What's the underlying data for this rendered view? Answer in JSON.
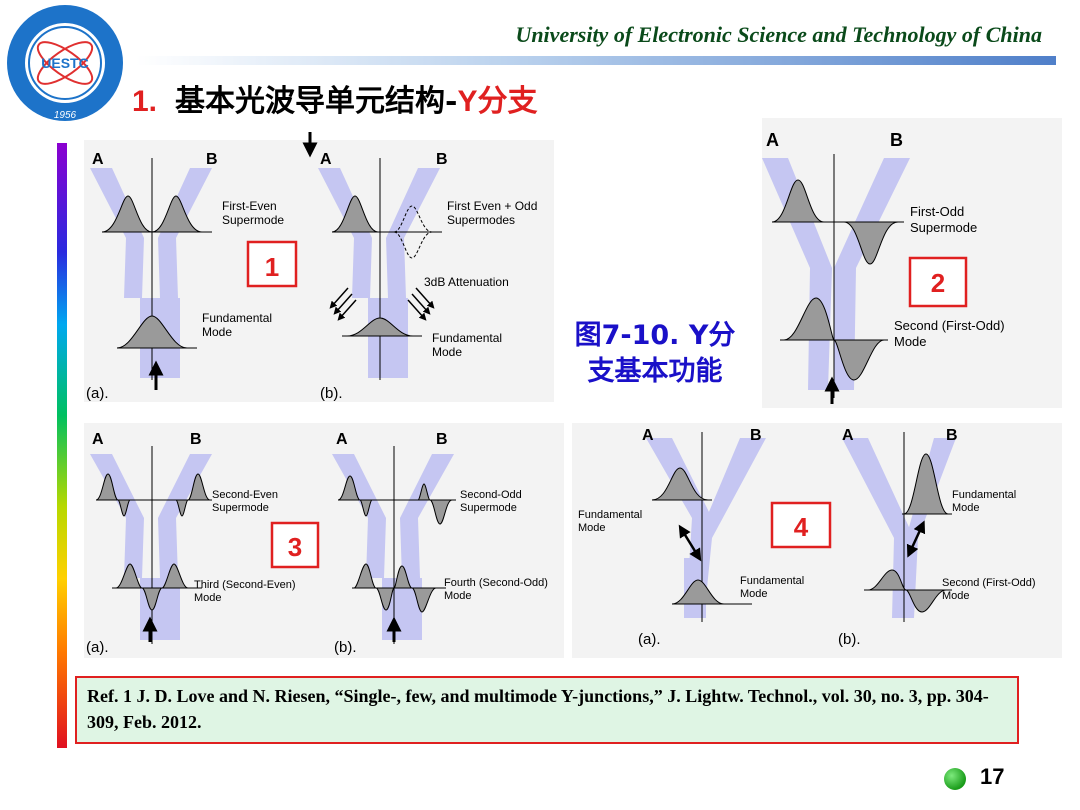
{
  "header": {
    "logo_text": "UESTC",
    "logo_year": "1956",
    "university": "University of Electronic Science and Technology of China",
    "section_num": "1.",
    "title_cn": "基本光波导单元结构-",
    "title_y": "Y分支"
  },
  "caption": {
    "line1": "图7-10. Y分",
    "line2": "支基本功能"
  },
  "figures": {
    "p1": {
      "a": "A",
      "b": "B",
      "upper": "First-Even Supermode",
      "lower": "Fundamental Mode",
      "sub": "(a).",
      "box": "1"
    },
    "p2": {
      "a": "A",
      "b": "B",
      "upper": "First Even + Odd Supermodes",
      "mid": "3dB Attenuation",
      "lower": "Fundamental Mode",
      "sub": "(b)."
    },
    "p3": {
      "a": "A",
      "b": "B",
      "upper": "First-Odd Supermode",
      "lower": "Second (First-Odd) Mode",
      "box": "2"
    },
    "p4": {
      "a": "A",
      "b": "B",
      "upper": "Second-Even Supermode",
      "lower": "Third (Second-Even) Mode",
      "sub": "(a).",
      "box": "3"
    },
    "p5": {
      "a": "A",
      "b": "B",
      "upper": "Second-Odd Supermode",
      "lower": "Fourth (Second-Odd) Mode",
      "sub": "(b)."
    },
    "p6": {
      "a": "A",
      "b": "B",
      "upper": "Fundamental Mode",
      "lower": "Fundamental Mode",
      "sub": "(a).",
      "box": "4"
    },
    "p7": {
      "a": "A",
      "b": "B",
      "upper": "Fundamental Mode",
      "lower": "Second (First-Odd) Mode",
      "sub": "(b)."
    }
  },
  "reference": "Ref. 1 J. D. Love and N. Riesen, “Single-, few, and multimode Y-junctions,” J. Lightw. Technol., vol. 30, no. 3, pp. 304-309, Feb. 2012.",
  "page_number": "17",
  "colors": {
    "waveguide": "#c5c6f2",
    "red": "#e02020",
    "caption": "#1a10c8",
    "ref_bg": "#dff5e4"
  }
}
